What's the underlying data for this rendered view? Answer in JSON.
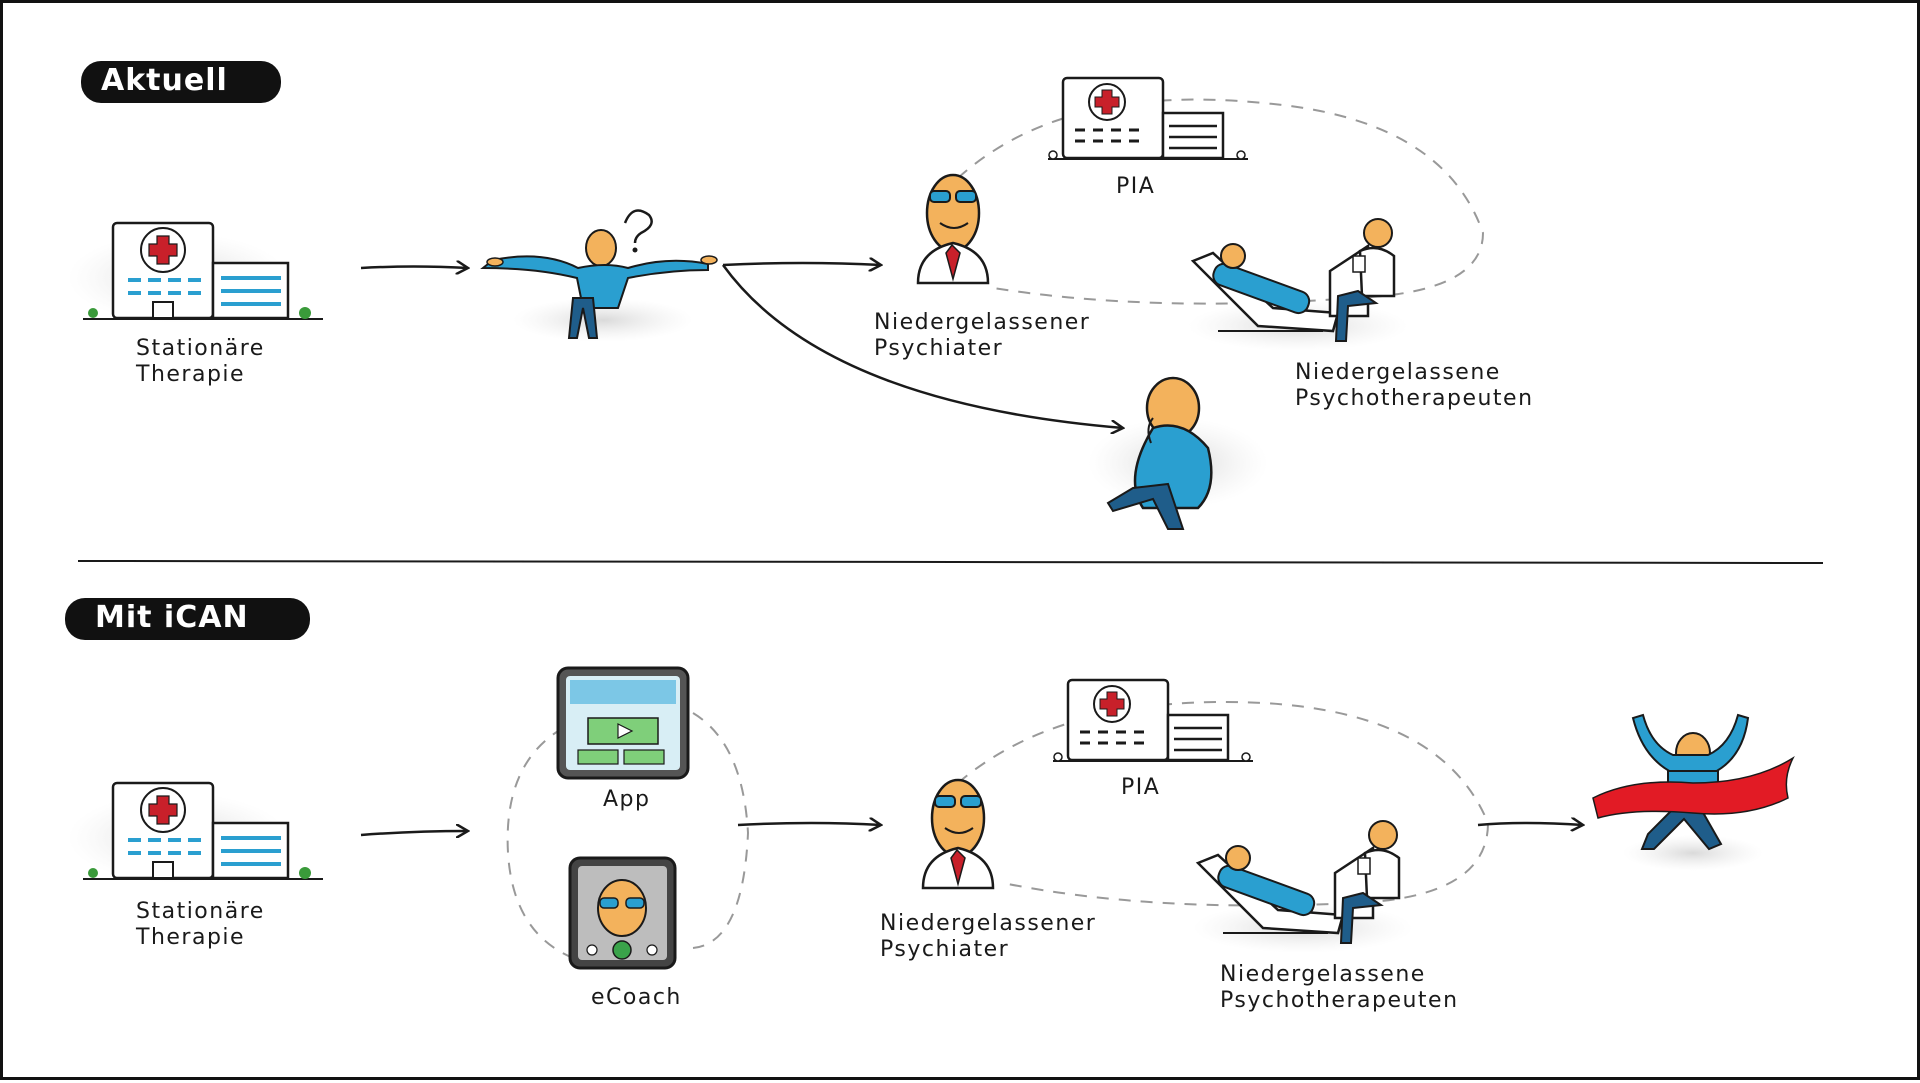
{
  "sections": {
    "current": {
      "title": "Aktuell",
      "inpatient": [
        "Stationäre",
        "Therapie"
      ],
      "psychiatrist": [
        "Niedergelassener",
        "Psychiater"
      ],
      "clinic": "PIA",
      "psychotherapists": [
        "Niedergelassene",
        "Psychotherapeuten"
      ]
    },
    "with_ican": {
      "title": "Mit iCAN",
      "inpatient": [
        "Stationäre",
        "Therapie"
      ],
      "app": "App",
      "ecoach": "eCoach",
      "psychiatrist": [
        "Niedergelassener",
        "Psychiater"
      ],
      "clinic": "PIA",
      "psychotherapists": [
        "Niedergelassene",
        "Psychotherapeuten"
      ]
    }
  },
  "colors": {
    "ink": "#1a1a1a",
    "shirt_blue": "#2a9fd0",
    "skin": "#f3b25c",
    "cross_red": "#c8202a",
    "banner_red": "#e21b25",
    "app_green": "#7fcf7a"
  }
}
